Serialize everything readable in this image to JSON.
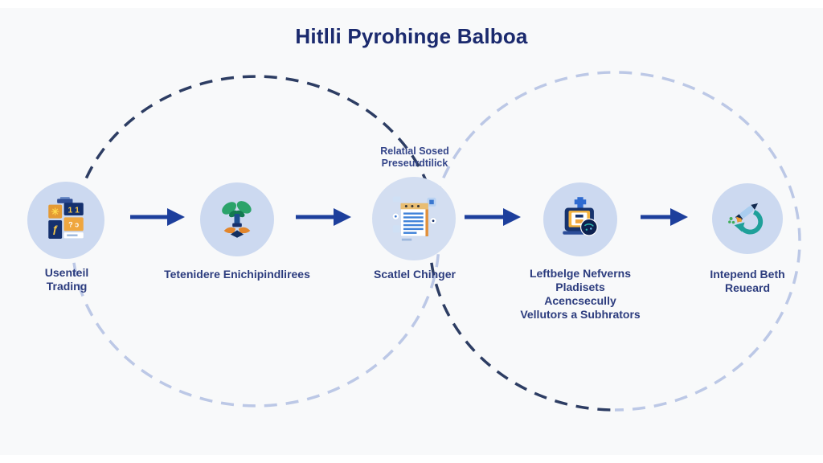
{
  "title": "Hitlli Pyrohinge Balboa",
  "colors": {
    "background": "#f8f9fa",
    "title_text": "#1b2a6e",
    "label_text": "#2c3c7e",
    "arrow": "#1d3f9c",
    "dash_dark": "#2d3d63",
    "dash_light": "#bcc8e6",
    "node_circle_fill": "#ccd9f0"
  },
  "annotation": {
    "lines": [
      "Relatial Sosed",
      "Preseurdtilick"
    ]
  },
  "nodes": [
    {
      "icon": "trading-dashboard-icon",
      "label_lines": [
        "Usenteil",
        "Trading"
      ]
    },
    {
      "icon": "sprout-icon",
      "label_lines": [
        "Tetenidere Enichipindlirees"
      ]
    },
    {
      "icon": "document-window-icon",
      "label_lines": [
        "Scatlel Chinger"
      ]
    },
    {
      "icon": "machine-analytics-icon",
      "label_lines": [
        "Leftbelge Nefverns",
        "Pladisets",
        "Acencsecully",
        "Vellutors a Subhrators"
      ]
    },
    {
      "icon": "renewal-arrow-icon",
      "label_lines": [
        "Intepend Beth",
        "Reueard"
      ]
    }
  ],
  "arrows": [
    "flow-arrow-1",
    "flow-arrow-2",
    "flow-arrow-3",
    "flow-arrow-4"
  ]
}
